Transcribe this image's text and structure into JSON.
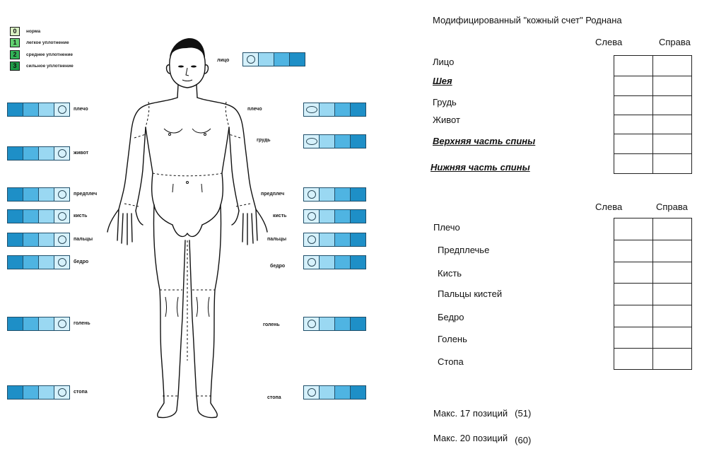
{
  "legend": [
    {
      "code": "0",
      "label": "норма",
      "color": "#d8f0c2"
    },
    {
      "code": "1",
      "label": "легкое уплотнение",
      "color": "#62d070"
    },
    {
      "code": "2",
      "label": "среднее уплотнение",
      "color": "#32b357"
    },
    {
      "code": "3",
      "label": "сильное уплотнение",
      "color": "#1e9a46"
    }
  ],
  "strip_colors": [
    "#1e8fc7",
    "#4fb4e2",
    "#9ad8f2",
    "#d6f1fb"
  ],
  "left_strips": [
    {
      "label": "плечо"
    },
    {
      "label": "живот"
    },
    {
      "label": "предплеч"
    },
    {
      "label": "кисть"
    },
    {
      "label": "пальцы"
    },
    {
      "label": "бедро"
    },
    {
      "label": "голень"
    },
    {
      "label": "стопа"
    }
  ],
  "right_strips": [
    {
      "label": "лицо"
    },
    {
      "label": "плечо"
    },
    {
      "label": "грудь"
    },
    {
      "label": "предплеч"
    },
    {
      "label": "кисть"
    },
    {
      "label": "пальцы"
    },
    {
      "label": "бедро"
    },
    {
      "label": "голень"
    },
    {
      "label": "стопа"
    }
  ],
  "score": {
    "title": "Модифицированный \"кожный счет\" Роднана",
    "col_left": "Слева",
    "col_right": "Справа",
    "table1_rows": [
      "Лицо",
      "Шея",
      "Грудь",
      "Живот",
      "Верхняя часть спины",
      "Нижняя часть спины"
    ],
    "table2_rows": [
      "Плечо",
      "Предплечье",
      "Кисть",
      "Пальцы кистей",
      "Бедро",
      "Голень",
      "Стопа"
    ],
    "notes": [
      {
        "text": "Макс. 17 позиций",
        "value": "(51)"
      },
      {
        "text": "Макс. 20 позиций",
        "value": "(60)"
      }
    ]
  }
}
